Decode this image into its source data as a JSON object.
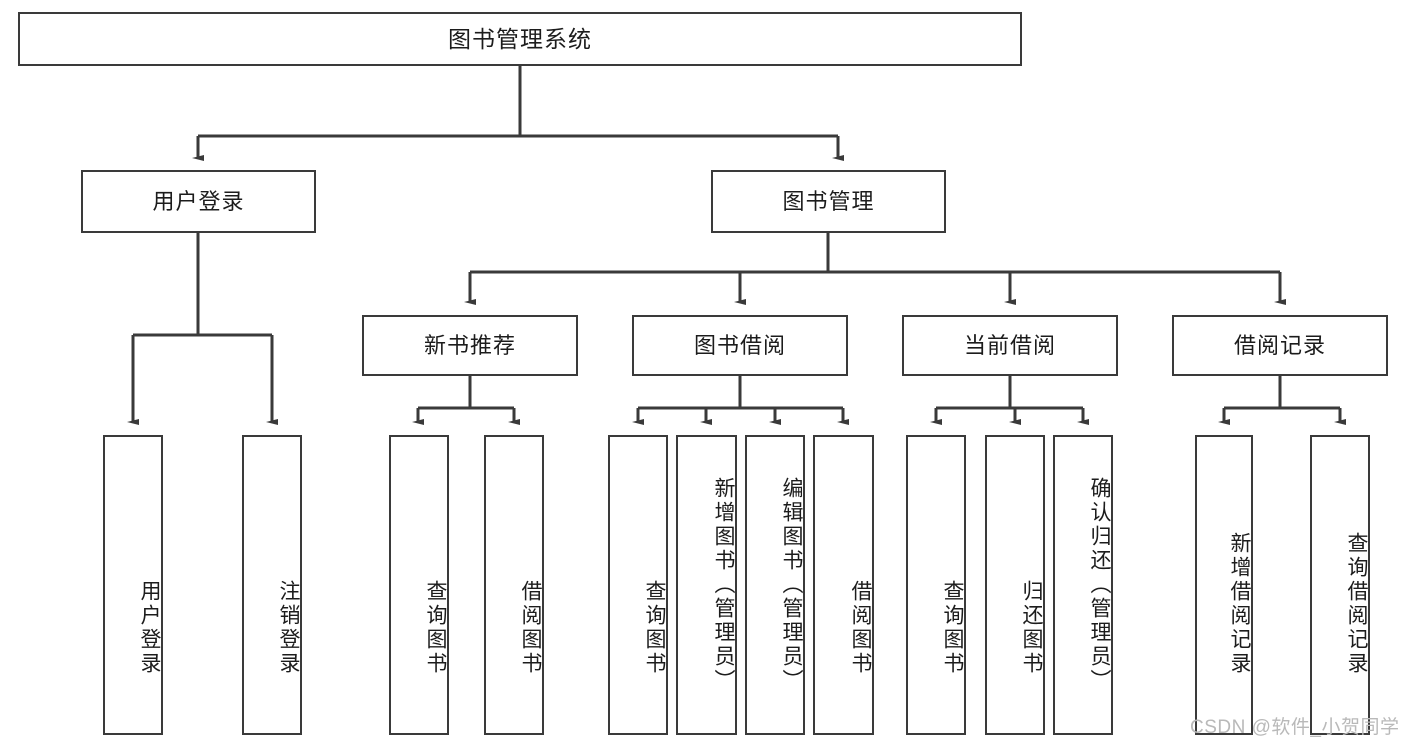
{
  "diagram": {
    "type": "tree-hierarchy",
    "title": "图书管理系统",
    "root": {
      "label": "图书管理系统"
    },
    "level2": [
      {
        "label": "用户登录"
      },
      {
        "label": "图书管理"
      }
    ],
    "level3": [
      {
        "label": "新书推荐"
      },
      {
        "label": "图书借阅"
      },
      {
        "label": "当前借阅"
      },
      {
        "label": "借阅记录"
      }
    ],
    "leaves": {
      "user_login": [
        {
          "label": "用户登录"
        },
        {
          "label": "注销登录"
        }
      ],
      "new_book_recommend": [
        {
          "label": "查询图书"
        },
        {
          "label": "借阅图书"
        }
      ],
      "book_borrow": [
        {
          "label": "查询图书"
        },
        {
          "label": "新增图书（管理员）"
        },
        {
          "label": "编辑图书（管理员）"
        },
        {
          "label": "借阅图书"
        }
      ],
      "current_borrow": [
        {
          "label": "查询图书"
        },
        {
          "label": "归还图书"
        },
        {
          "label": "确认归还（管理员）"
        }
      ],
      "borrow_record": [
        {
          "label": "新增借阅记录"
        },
        {
          "label": "查询借阅记录"
        }
      ]
    },
    "watermark": "CSDN @软件_小贺同学",
    "colors": {
      "border": "#3a3a3a",
      "text": "#1c1c1c",
      "background": "#ffffff",
      "watermark": "#b9b9b9"
    }
  }
}
